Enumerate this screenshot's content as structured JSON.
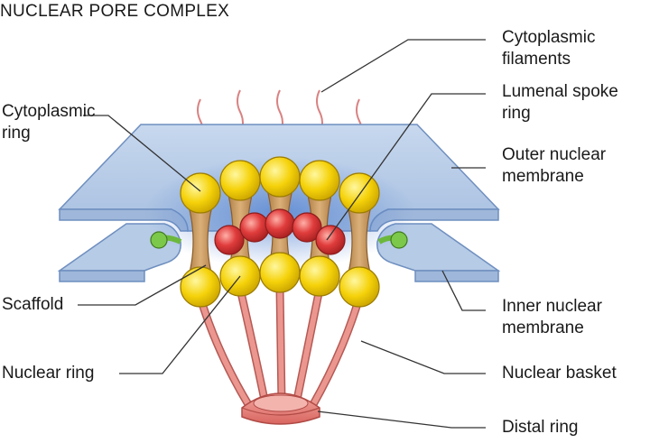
{
  "title": "NUCLEAR PORE COMPLEX",
  "labels": {
    "cytoplasmic_filaments": {
      "line1": "Cytoplasmic",
      "line2": "filaments"
    },
    "lumenal_spoke_ring": {
      "line1": "Lumenal spoke",
      "line2": "ring"
    },
    "outer_nuclear_membrane": {
      "line1": "Outer nuclear",
      "line2": "membrane"
    },
    "inner_nuclear_membrane": {
      "line1": "Inner nuclear",
      "line2": "membrane"
    },
    "nuclear_basket": "Nuclear basket",
    "distal_ring": "Distal ring",
    "cytoplasmic_ring": {
      "line1": "Cytoplasmic",
      "line2": "ring"
    },
    "scaffold": "Scaffold",
    "nuclear_ring": "Nuclear ring"
  },
  "colors": {
    "membrane_fill": "#b6cbe6",
    "membrane_edge": "#6f8fbf",
    "ring_yellow": "#f5d20a",
    "spoke_red": "#e03c3c",
    "scaffold_tan": "#c9995c",
    "anchor_green": "#6cb83c",
    "basket_pink": "#e58a86",
    "filament_red": "#d07070"
  }
}
